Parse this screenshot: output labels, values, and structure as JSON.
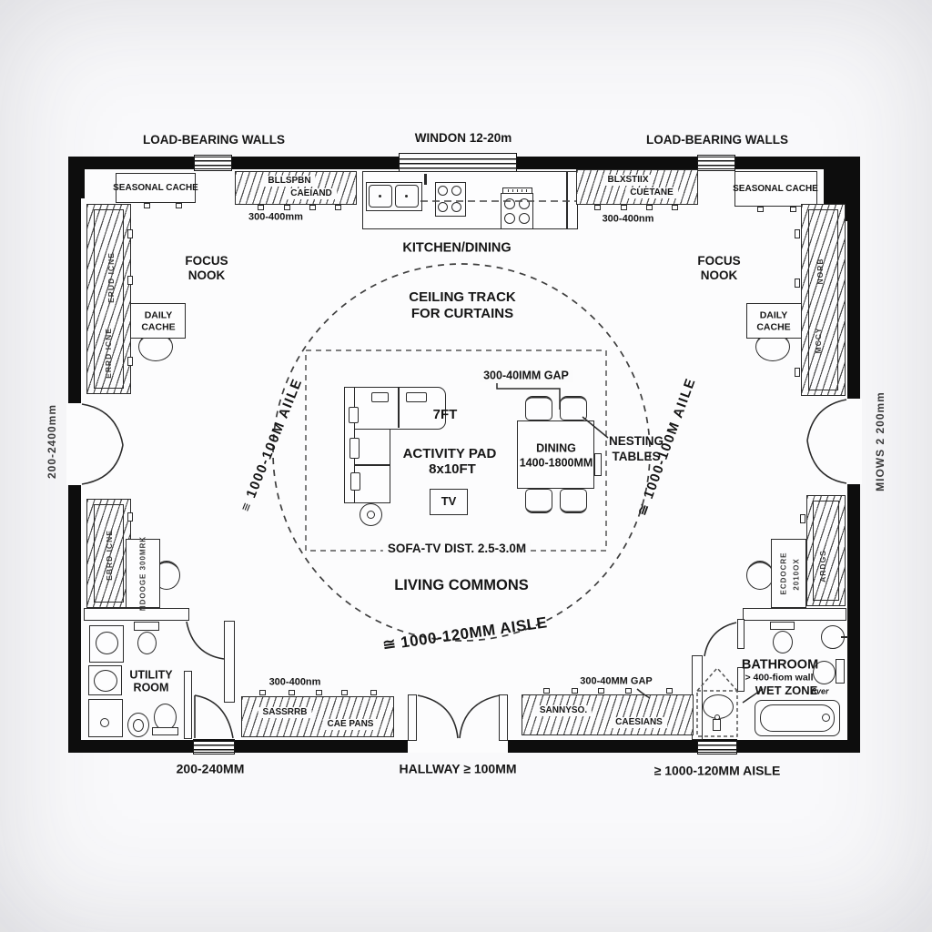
{
  "outer_labels": {
    "top_left": "LOAD-BEARING WALLS",
    "top_center": "WINDON 12-20m",
    "top_right": "LOAD-BEARING WALLS",
    "left_edge": "200-2400mm",
    "right_edge": "MIOWS 2 200mm",
    "bottom_left": "200-240MM",
    "bottom_center": "HALLWAY ≥ 100MM",
    "bottom_right": "≥ 1000-120MM AISLE"
  },
  "rooms": {
    "kitchen_dining": "KITCHEN/DINING",
    "focus_line1": "FOCUS",
    "focus_line2": "NOOK",
    "living_commons": "LIVING COMMONS",
    "utility_line1": "UTILITY",
    "utility_line2": "ROOM",
    "bathroom": "BATHROOM",
    "bathroom_note": "> 400-fiom wall",
    "wet_zone": "WET ZONE",
    "wet_zone_note": "ßver"
  },
  "cabinets": {
    "seasonal_cache": "SEASONAL CACHE",
    "daily_line1": "DAILY",
    "daily_line2": "CACHE",
    "top_left_line1": "BLLSPBN",
    "top_left_line2": "CAEIAND",
    "top_left_dim": "300-400mm",
    "top_right_line1": "BLXSTIIX",
    "top_right_line2": "CUETANE",
    "top_right_dim": "300-400nm",
    "bottom_left_line1": "SASSRRB",
    "bottom_left_line2": "CAE PANS",
    "bottom_left_dim": "300-400nm",
    "bottom_right_line1": "SANNYSO.",
    "bottom_right_line2": "CAESIANS",
    "bottom_right_dim": "300-40MM GAP",
    "wl_text1": "ERUD ICNE",
    "wl_text2": "ERRD ICNE",
    "wl_lower_text": "EBRD ICNE",
    "wr_text1": "NORB",
    "wr_text2": "MCCY",
    "wr_lower_text": "ARDGS",
    "desk_left_text": "NDOOGE 300MRK",
    "desk_right_text1": "ECDOCRE",
    "desk_right_text2": "2010OX"
  },
  "center": {
    "ceiling_line1": "CEILING TRACK",
    "ceiling_line2": "FOR CURTAINS",
    "gap_label": "300-40IMM GAP",
    "sofa_length": "7FT",
    "activity_line1": "ACTIVITY PAD",
    "activity_line2": "8x10FT",
    "tv": "TV",
    "dining_line1": "DINING",
    "dining_line2": "1400-1800MM",
    "nesting_line1": "NESTING",
    "nesting_line2": "TABLES",
    "sofa_tv": "SOFA-TV DIST. 2.5-3.0M",
    "aisle_left": "≡ 1000-100M AIILE",
    "aisle_right": "≅ 1000-100M AIILE",
    "aisle_bottom": "≅ 1000-120MM AISLE"
  }
}
